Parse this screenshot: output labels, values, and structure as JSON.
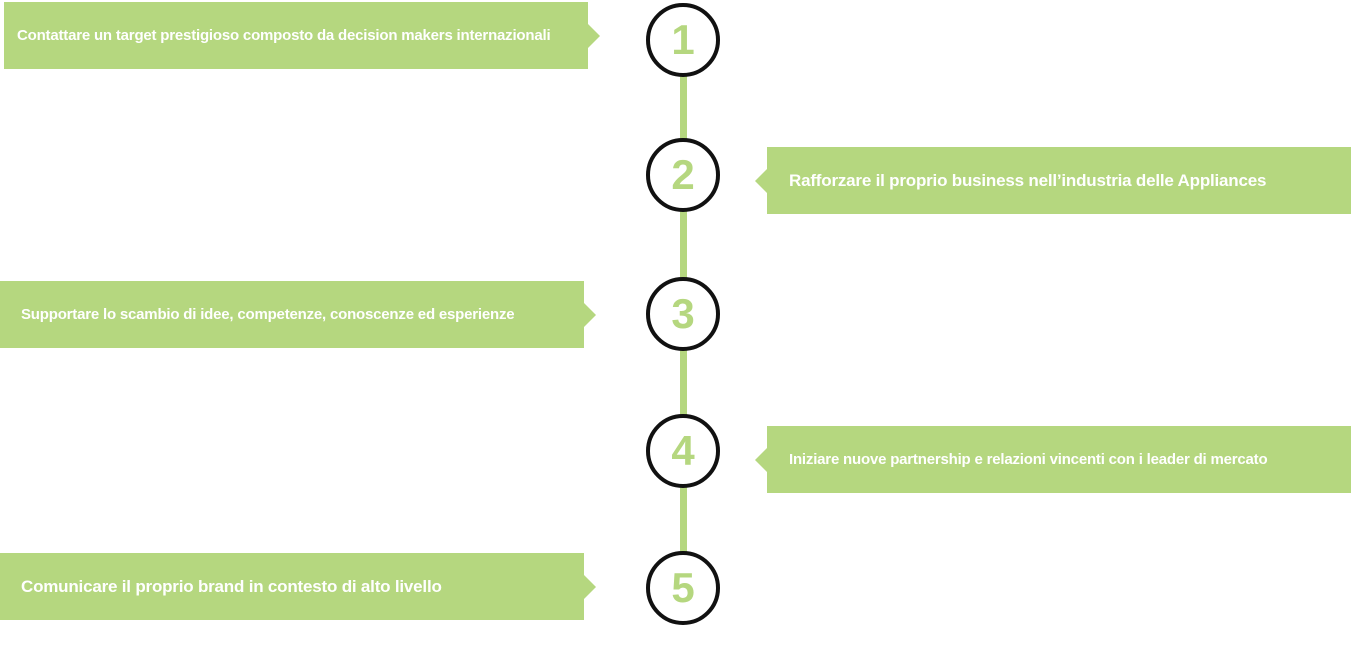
{
  "colors": {
    "accent_green": "#b5d77f",
    "circle_border": "#111111",
    "text_on_green": "#ffffff"
  },
  "steps": [
    {
      "number": "1",
      "text": "Contattare un target prestigioso composto da decision makers internazionali",
      "side": "left"
    },
    {
      "number": "2",
      "text": "Rafforzare il proprio business nell’industria delle Appliances",
      "side": "right"
    },
    {
      "number": "3",
      "text": "Supportare lo scambio di idee, competenze, conoscenze ed esperienze",
      "side": "left"
    },
    {
      "number": "4",
      "text": "Iniziare nuove partnership e relazioni vincenti con i leader di mercato",
      "side": "right"
    },
    {
      "number": "5",
      "text": "Comunicare il proprio brand in contesto di alto livello",
      "side": "left"
    }
  ]
}
